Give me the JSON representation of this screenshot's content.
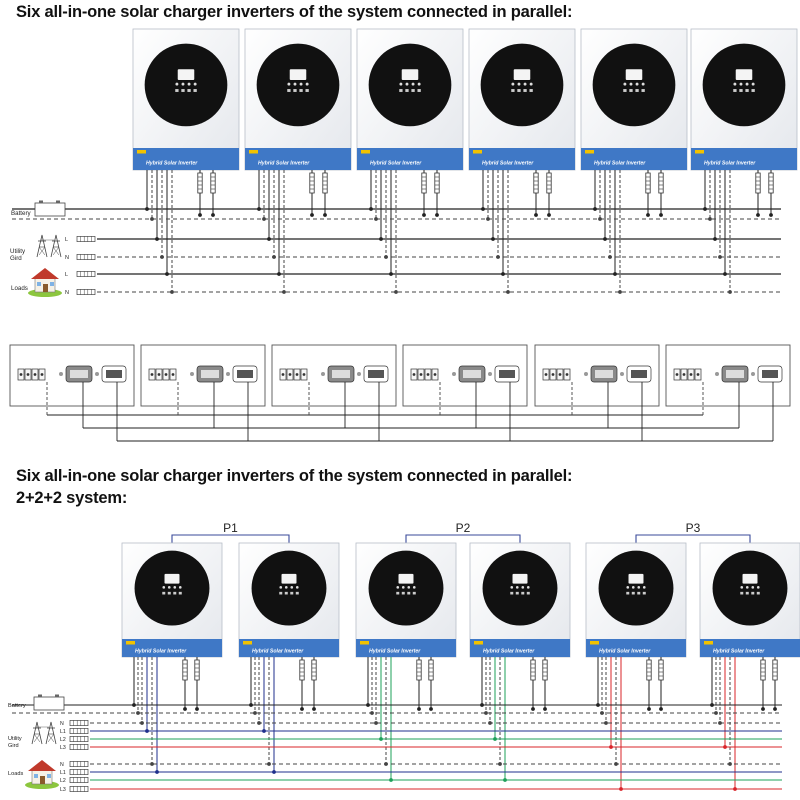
{
  "section1": {
    "heading": "Six all-in-one solar charger inverters of the system connected in parallel:",
    "inverter_label": "Hybrid Solar Inverter",
    "inverter_count": 6,
    "bus_labels": {
      "battery": "Battery",
      "utility": "Utility\nGird",
      "loads": "Loads",
      "line": "L",
      "neutral": "N"
    }
  },
  "section2": {
    "comm_port_count": 6
  },
  "section3": {
    "heading": "Six all-in-one solar charger inverters of the system connected in parallel:",
    "subheading": "2+2+2 system:",
    "inverter_label": "Hybrid Solar Inverter",
    "groups": [
      {
        "name": "P1",
        "phase": "L1"
      },
      {
        "name": "P2",
        "phase": "L2"
      },
      {
        "name": "P3",
        "phase": "L3"
      }
    ],
    "bus_labels": {
      "battery": "Battery",
      "utility": "Utility\nGird",
      "loads": "Loads",
      "neutral": "N",
      "l1": "L1",
      "l2": "L2",
      "l3": "L3"
    }
  },
  "colors": {
    "panel_blue": "#3f78c6",
    "screen_black": "#111111",
    "wire_black": "#222222",
    "dashed_gray": "#444444",
    "phase_l1": "#1f2f8c",
    "phase_l2": "#1ea05a",
    "phase_l3": "#d9242a",
    "group_bracket": "#3a4a9a"
  }
}
